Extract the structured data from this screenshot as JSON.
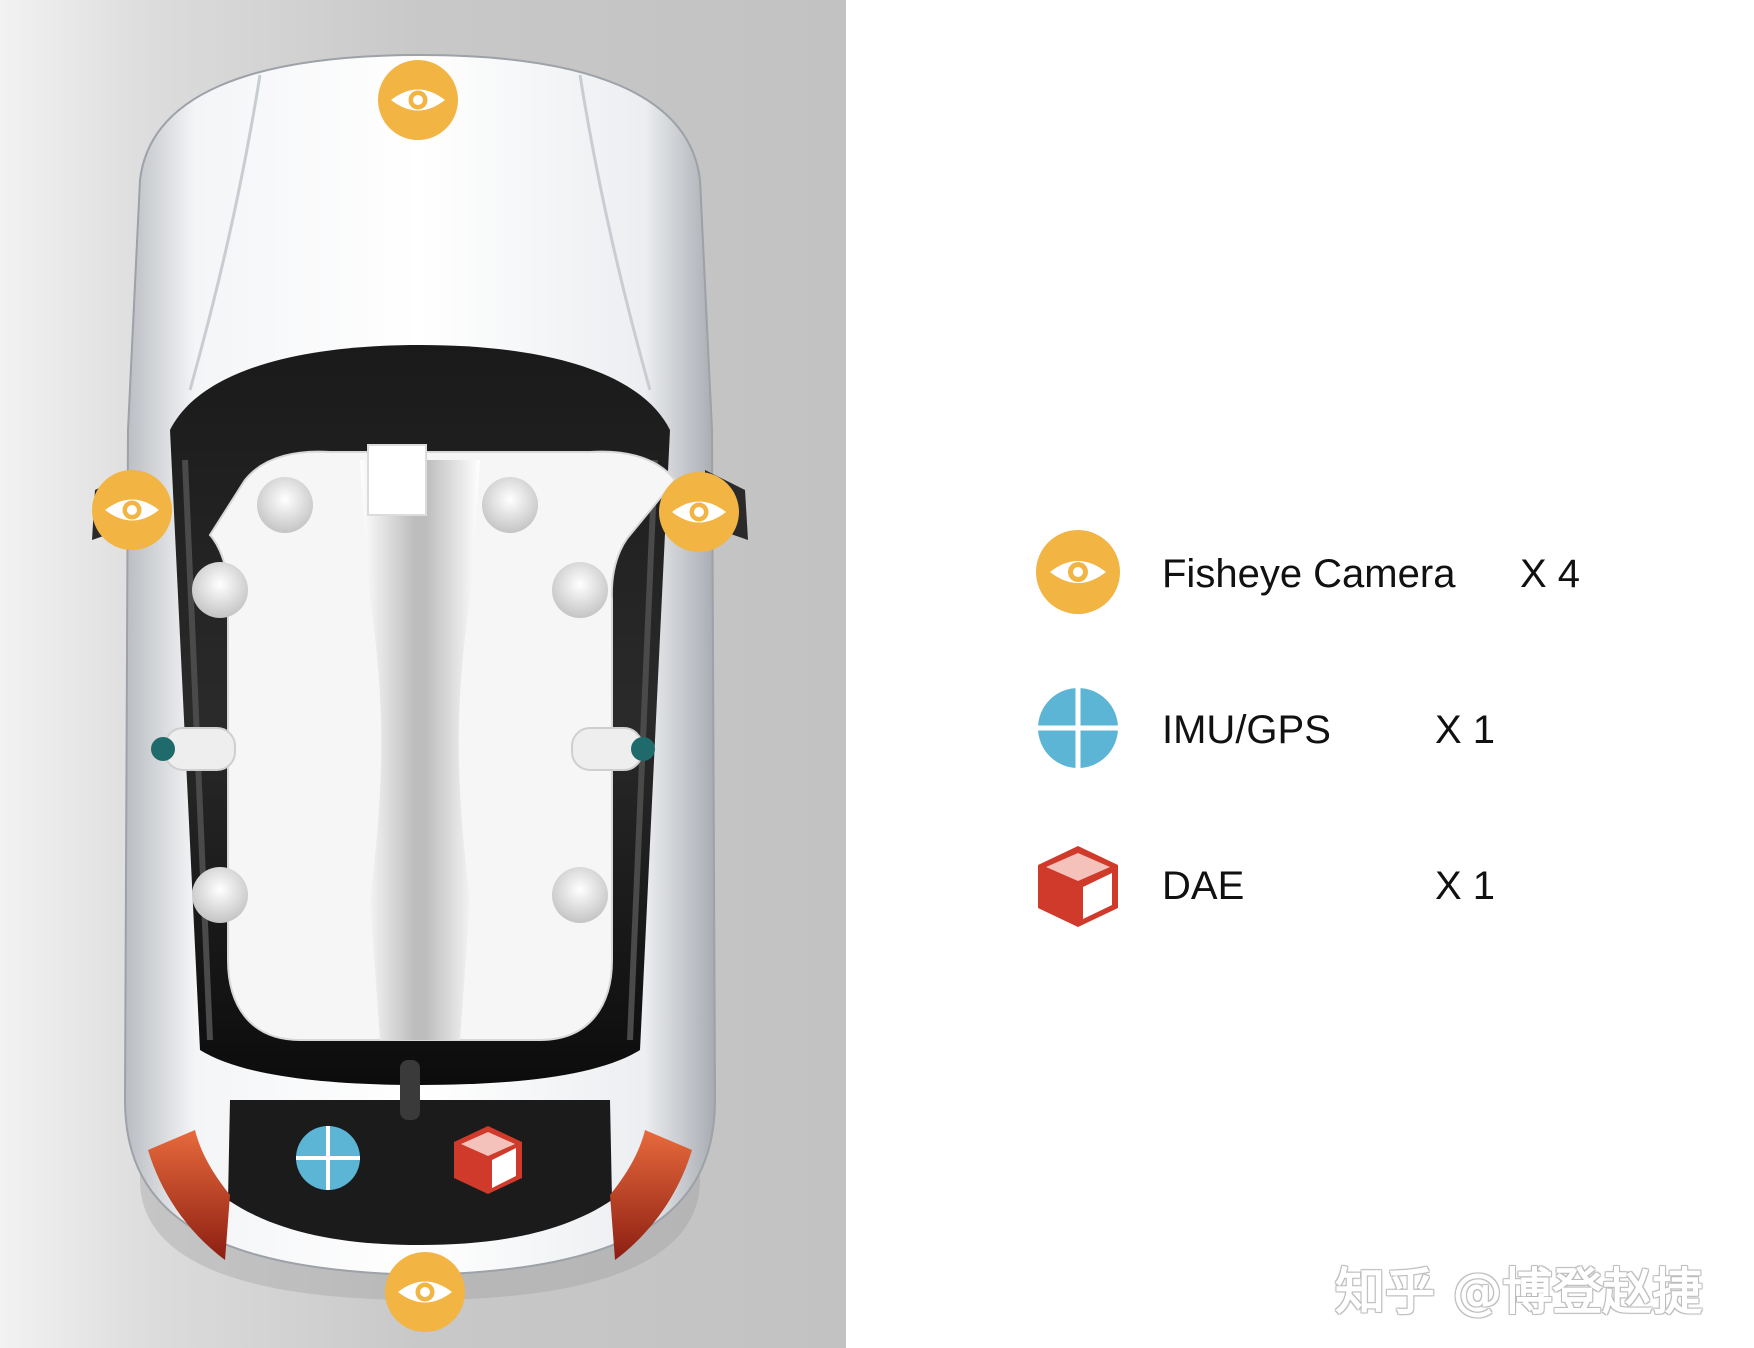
{
  "colors": {
    "camera": "#F2B443",
    "imu": "#5DB5D6",
    "dae": "#D03A2B",
    "car_body": "#E8E9EC",
    "background": "#C9C9C9"
  },
  "legend": [
    {
      "icon": "eye-icon",
      "label": "Fisheye Camera",
      "count": "X 4"
    },
    {
      "icon": "crosshair-icon",
      "label": "IMU/GPS",
      "count": "X 1"
    },
    {
      "icon": "cube-icon",
      "label": "DAE",
      "count": "X 1"
    }
  ],
  "watermark": "知乎 @博登赵捷"
}
